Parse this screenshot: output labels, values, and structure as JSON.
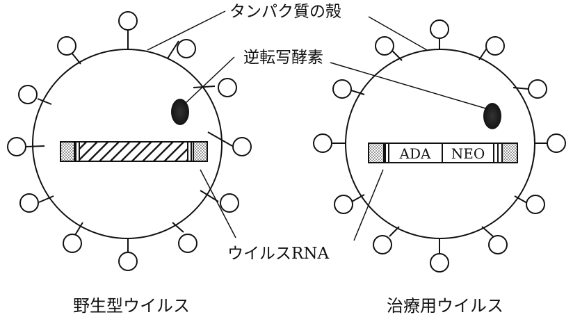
{
  "labels": {
    "protein_shell": "タンパク質の殻",
    "reverse_transcriptase": "逆転写酵素",
    "viral_rna": "ウイルスRNA"
  },
  "wild_virus": {
    "caption": "野生型ウイルス"
  },
  "therapy_virus": {
    "caption": "治療用ウイルス",
    "gene_ada": "ADA",
    "gene_neo": "NEO"
  }
}
